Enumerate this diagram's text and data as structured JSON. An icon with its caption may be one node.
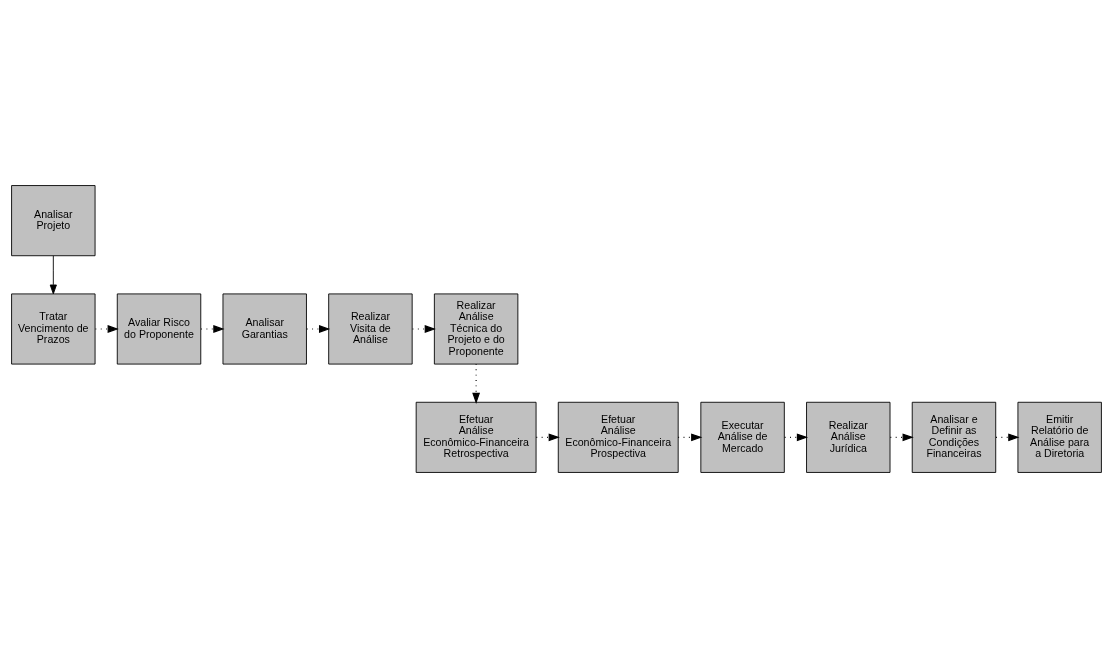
{
  "diagram": {
    "nodes": [
      {
        "text": [
          "Analisar Projeto"
        ]
      },
      {
        "text": [
          "Tratar Vencimento de Prazos"
        ]
      },
      {
        "text": [
          "Avaliar Risco do Proponente"
        ]
      },
      {
        "text": [
          "Analisar Garantias"
        ]
      },
      {
        "text": [
          "Realizar Visita de Análise"
        ]
      },
      {
        "text": [
          "Realizar Análise Técnica do Projeto e do Proponente"
        ]
      },
      {
        "text": [
          "Efetuar Análise Econômico-Financeira Retrospectiva"
        ]
      },
      {
        "text": [
          "Efetuar Análise Econômico-Financeira Prospectiva"
        ]
      },
      {
        "text": [
          "Executar Análise de Mercado"
        ]
      },
      {
        "text": [
          "Realizar Análise Jurídica"
        ]
      },
      {
        "text": [
          "Analisar e Definir as Condições Financeiras"
        ]
      },
      {
        "text": [
          "Emitir Relatório de Análise para a Diretoria"
        ]
      }
    ],
    "edges": [
      {
        "from": 0,
        "to": 1,
        "arrow": "to"
      },
      {
        "from": 1,
        "to": 2,
        "arrow": "to",
        "style": "dashed"
      },
      {
        "from": 2,
        "to": 3,
        "arrow": "to",
        "style": "dashed"
      },
      {
        "from": 3,
        "to": 4,
        "arrow": "to",
        "style": "dashed"
      },
      {
        "from": 4,
        "to": 5,
        "arrow": "to",
        "style": "dashed"
      },
      {
        "from": 5,
        "to": 6,
        "arrow": "to",
        "style": "dashed"
      },
      {
        "from": 6,
        "to": 7,
        "arrow": "to",
        "style": "dashed"
      },
      {
        "from": 7,
        "to": 8,
        "arrow": "to",
        "style": "dashed"
      },
      {
        "from": 8,
        "to": 9,
        "arrow": "to",
        "style": "dashed"
      },
      {
        "from": 9,
        "to": 10,
        "arrow": "to",
        "style": "dashed"
      },
      {
        "from": 10,
        "to": 11,
        "arrow": "to",
        "style": "dashed"
      }
    ]
  }
}
